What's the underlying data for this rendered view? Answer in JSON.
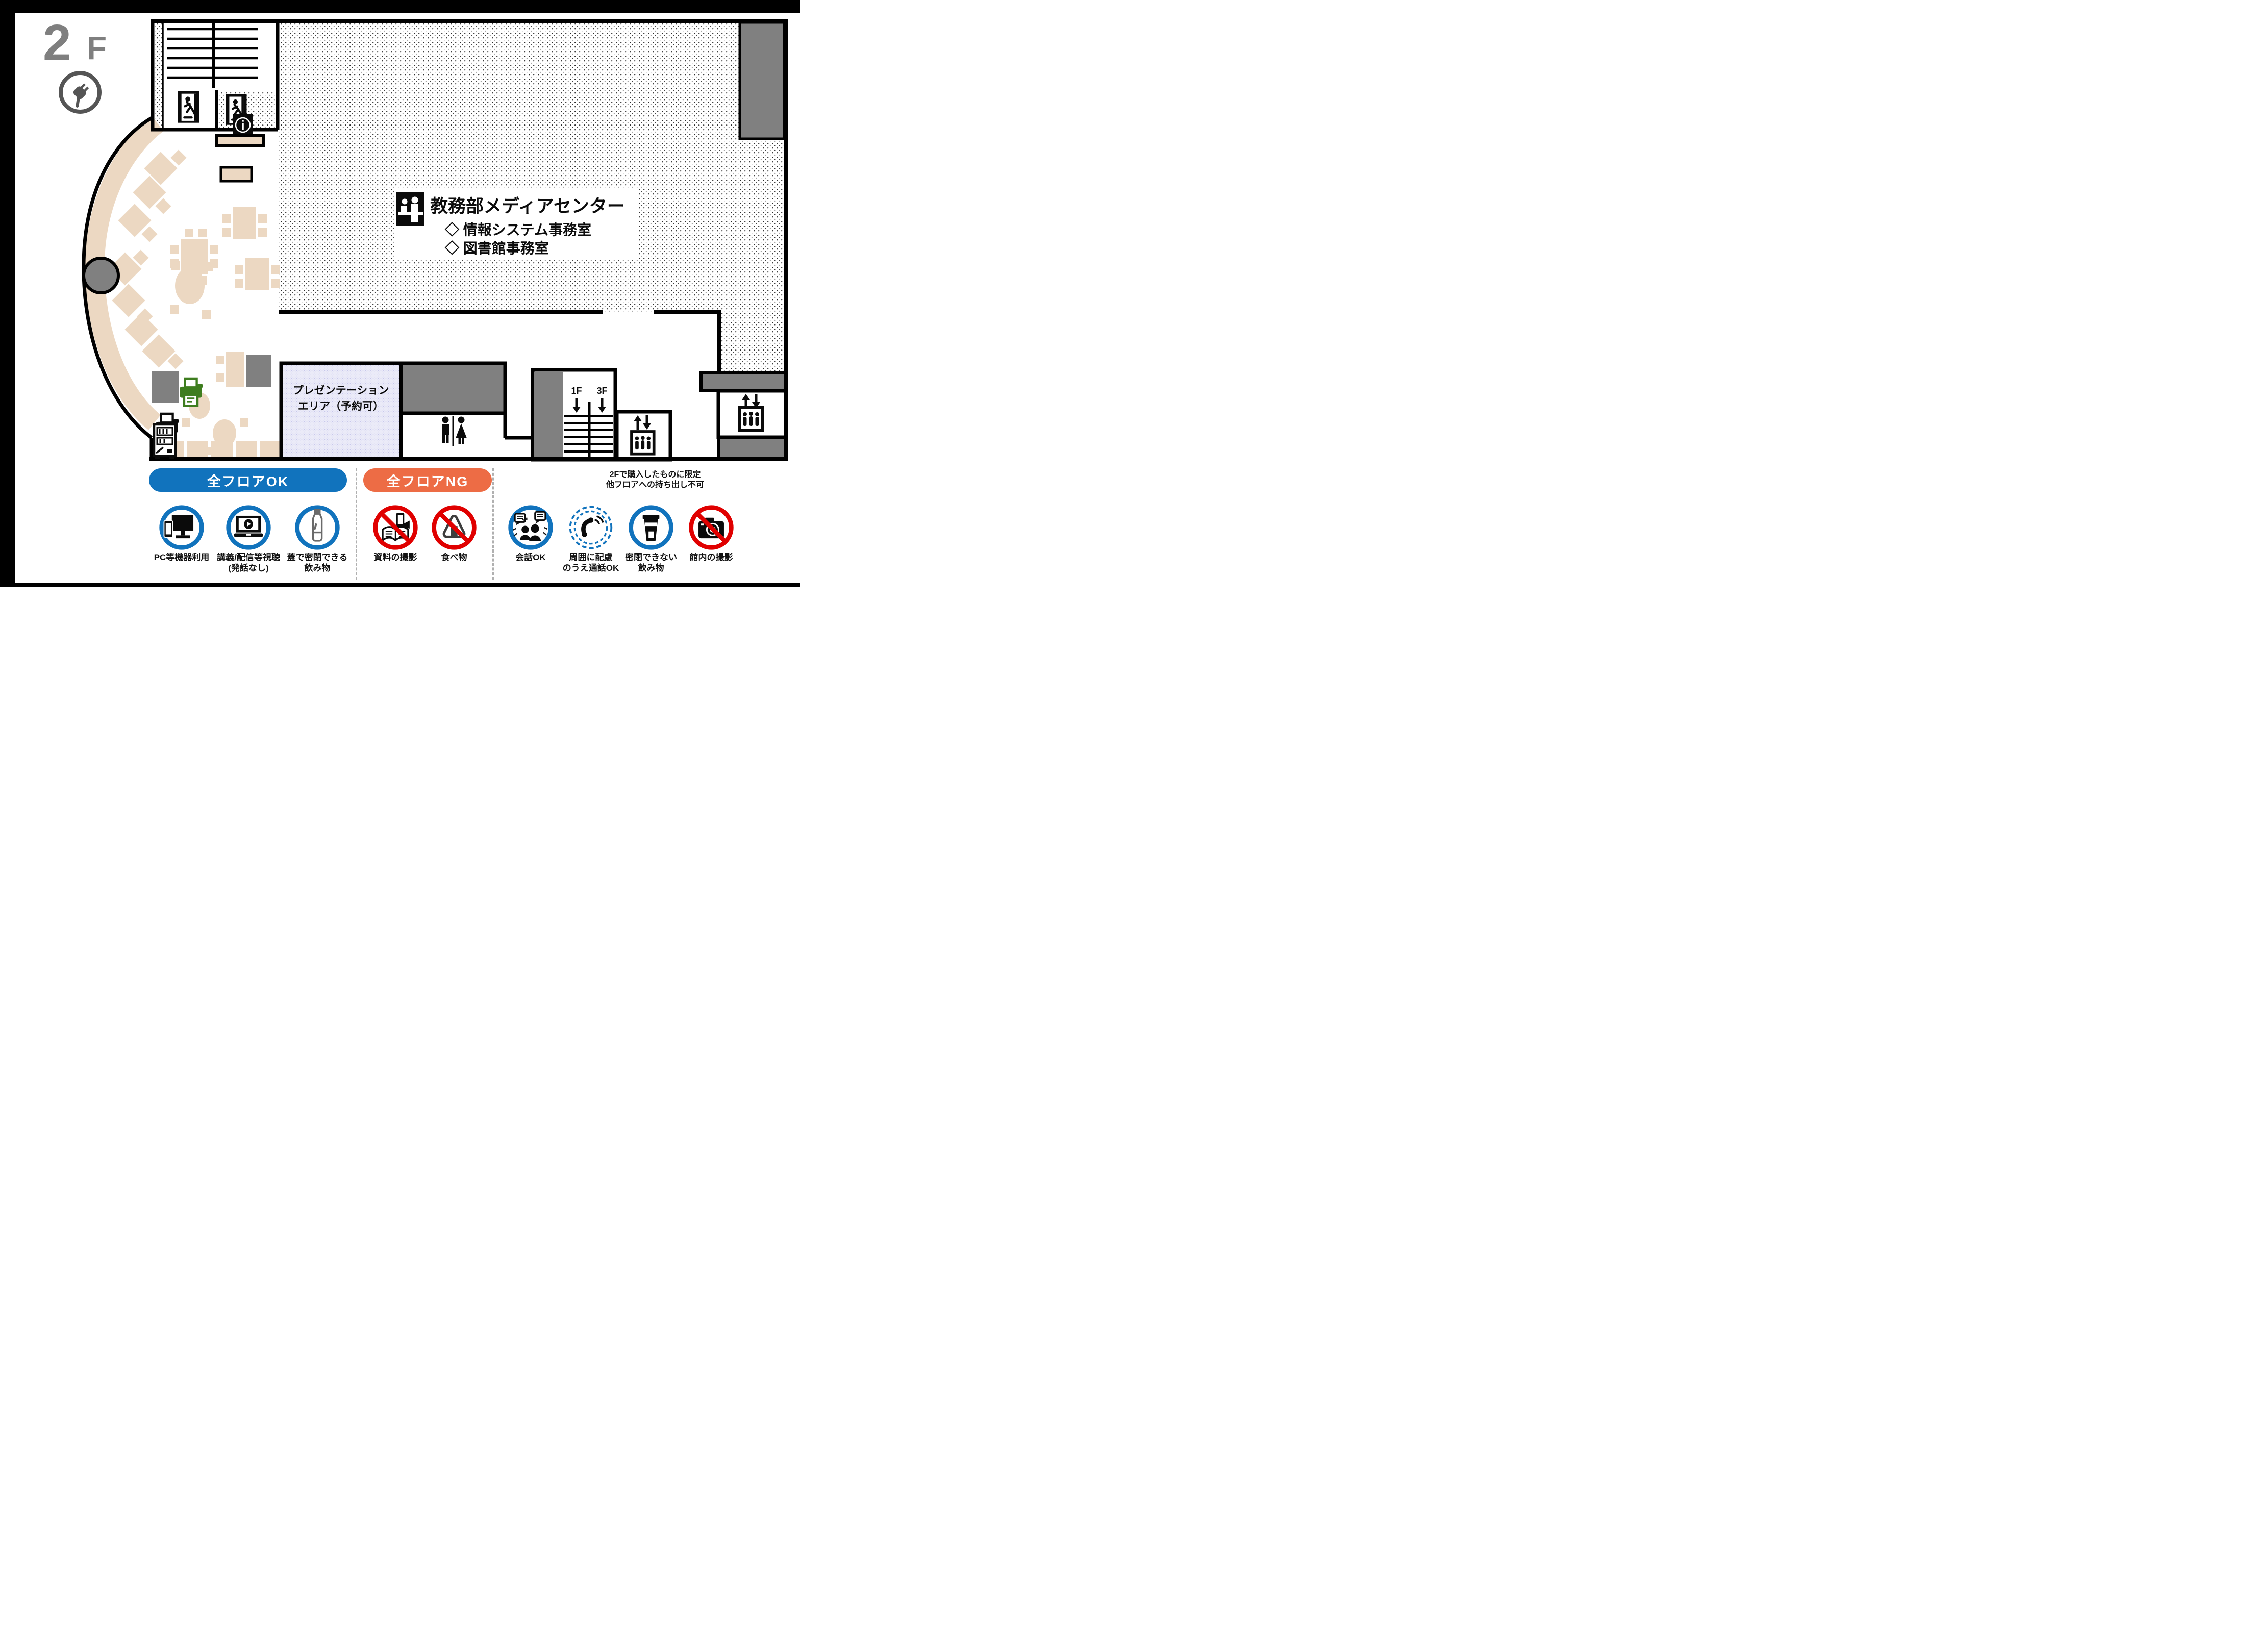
{
  "floor": {
    "big": "2",
    "small": "F"
  },
  "plan": {
    "media_center": {
      "title": "教務部メディアセンター",
      "items": [
        "◇ 情報システム事務室",
        "◇ 図書館事務室"
      ]
    },
    "presentation": {
      "line1": "プレゼンテーション",
      "line2": "エリア（予約可）"
    },
    "stairs": {
      "to_lower": "1F",
      "to_upper": "3F"
    },
    "info_desk": {
      "glyph": "i"
    }
  },
  "legend": {
    "ok": {
      "title": "全フロアOK",
      "items": [
        {
          "icon": "devices-icon",
          "label": "PC等機器利用",
          "label2": ""
        },
        {
          "icon": "lecture-stream-icon",
          "label": "講義/配信等視聴",
          "label2": "(発話なし)"
        },
        {
          "icon": "capped-bottle-icon",
          "label": "蓋で密閉できる",
          "label2": "飲み物"
        }
      ]
    },
    "ng": {
      "title": "全フロアNG",
      "items": [
        {
          "icon": "no-material-photo-icon",
          "label": "資料の撮影",
          "label2": ""
        },
        {
          "icon": "no-food-icon",
          "label": "食べ物",
          "label2": ""
        }
      ]
    },
    "conditional": {
      "note1": "2Fで購入したものに限定",
      "note2": "他フロアへの持ち出し不可",
      "items": [
        {
          "icon": "conversation-ok-icon",
          "label": "会話OK",
          "label2": ""
        },
        {
          "icon": "phone-call-ok-icon",
          "label": "周囲に配慮",
          "label2": "のうえ通話OK"
        },
        {
          "icon": "open-drink-icon",
          "label": "密閉できない",
          "label2": "飲み物"
        },
        {
          "icon": "no-indoor-photo-icon",
          "label": "館内の撮影",
          "label2": ""
        }
      ]
    }
  },
  "colors": {
    "accent_blue": "#1173bd",
    "accent_orange": "#ed6c45",
    "prohibit_red": "#e00000",
    "furniture_beige": "#ecd8c2",
    "block_gray": "#808080",
    "floor_label_gray": "#7f7f7f",
    "presentation_lavender": "#ebebf8",
    "printer_green": "#3e7d1f"
  }
}
